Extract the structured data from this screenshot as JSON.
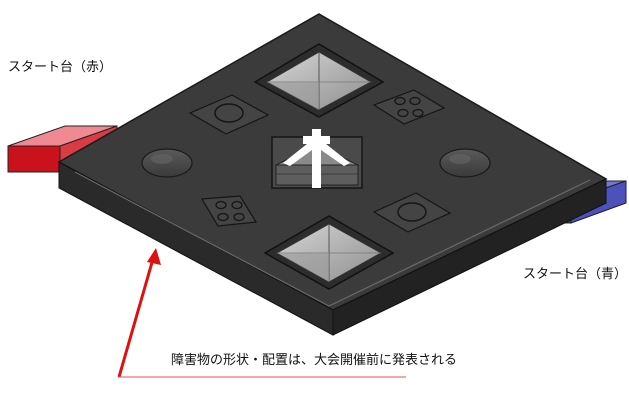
{
  "labels": {
    "start_red": "スタート台（赤）",
    "start_blue": "スタート台（青）",
    "note": "障害物の形状・配置は、大会開催前に発表される"
  },
  "colors": {
    "field": "#3c3c3c",
    "start_red": "#e96a72",
    "start_blue": "#5a5fc4",
    "arrow": "#e01010",
    "note_line": "#e8505a"
  },
  "objects": [
    "start-platform-red",
    "start-platform-blue",
    "pyramid-top",
    "pyramid-bottom",
    "square-hole-upper-left",
    "square-hole-lower-right",
    "four-hole-block-upper-right",
    "four-hole-block-lower-left",
    "dome-left",
    "dome-right",
    "center-cross-block",
    "pointer-arrow"
  ]
}
